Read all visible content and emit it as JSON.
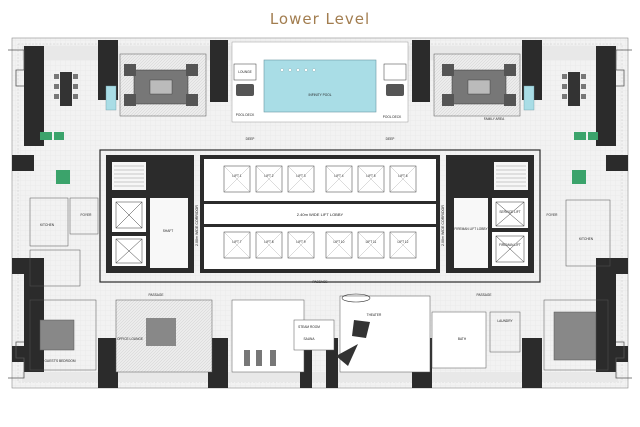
{
  "title": "Lower Level",
  "rooms": {
    "lounge": "LOUNGE",
    "infinity_pool": "INFINITY POOL",
    "pool_deck_left": "POOL DECK",
    "pool_deck_right": "POOL DECK",
    "family_area": "FAMILY AREA",
    "foyer_left": "FOYER",
    "foyer_right": "FOYER",
    "kitchen_left": "KITCHEN",
    "kitchen_right": "KITCHEN",
    "lift_lobby": "2.40m WIDE LIFT LOBBY",
    "corridor_left": "2.00m WIDE CORRIDOR",
    "corridor_right": "2.00m WIDE CORRIDOR",
    "service_lift": "SERVICE LIFT",
    "fireman_lift_lobby": "FIREMAN LIFT LOBBY",
    "fireman_lift": "FIREMAN LIFT",
    "passage_center": "PASSAGE",
    "passage_left": "PASSAGE",
    "passage_right": "PASSAGE",
    "guest_bedroom": "GUEST'S BEDROOM",
    "office_lounge": "OFFICE LOUNGE",
    "steam_room": "STEAM ROOM",
    "sauna": "SAUNA",
    "theater": "THEATER",
    "bath": "BATH",
    "laundry": "LAUNDRY",
    "shaft": "SHAFT",
    "deep": "DEEP"
  },
  "lifts_top": [
    "LIFT 1",
    "LIFT 2",
    "LIFT 3",
    "LIFT 4",
    "LIFT 5",
    "LIFT 6"
  ],
  "lifts_bottom": [
    "LIFT 7",
    "LIFT 8",
    "LIFT 9",
    "LIFT 10",
    "LIFT 11",
    "LIFT 12"
  ],
  "colors": {
    "wall": "#2b2b2b",
    "pool": "#a9dde6",
    "accent_gold": "#a27d4f",
    "plant": "#3ba36b"
  }
}
